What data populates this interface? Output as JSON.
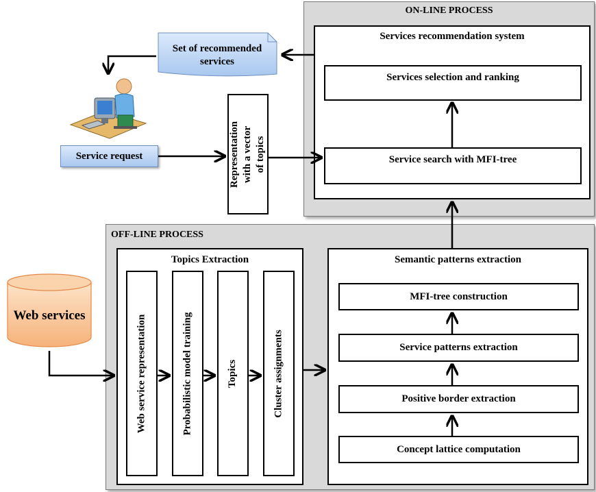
{
  "online": {
    "title": "ON-LINE PROCESS",
    "recsys_title": "Services recommendation system",
    "selection": "Services selection and ranking",
    "search": "Service search with MFI-tree"
  },
  "offline": {
    "title": "OFF-LINE PROCESS",
    "topics_title": "Topics Extraction",
    "topics_steps": [
      "Web service representation",
      "Probabilistic model training",
      "Topics",
      "Cluster assignments"
    ],
    "semantic_title": "Semantic patterns extraction",
    "semantic_steps": [
      "MFI-tree construction",
      "Service patterns extraction",
      "Positive border extraction",
      "Concept lattice computation"
    ]
  },
  "recommended": "Set of recommended services",
  "service_request": "Service request",
  "representation": "Representation with a vector of topics",
  "web_services": "Web services",
  "icons": [
    "user-at-computer-icon",
    "database-cylinder-icon",
    "document-folded-corner-icon"
  ],
  "colors": {
    "panel": "#d9d9d9",
    "db_fill": "#f9c79a",
    "db_stroke": "#e4894a",
    "request_blue": "#a9c8ef"
  }
}
